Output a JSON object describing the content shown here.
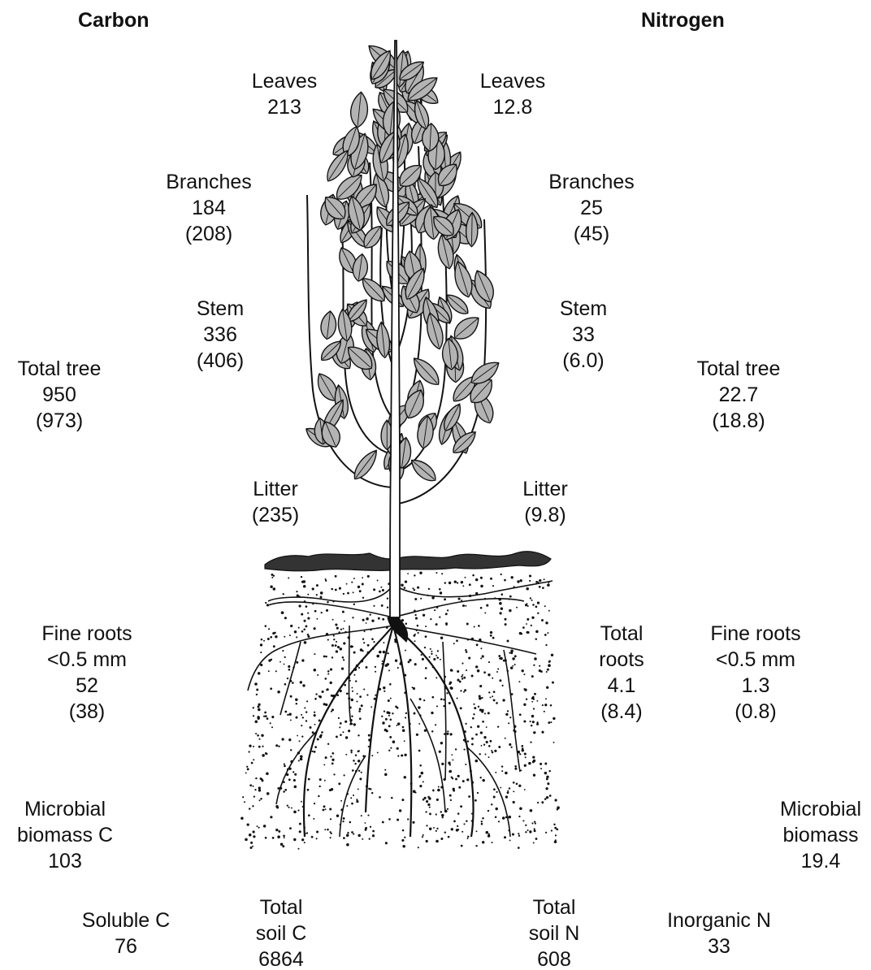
{
  "headers": {
    "carbon": "Carbon",
    "nitrogen": "Nitrogen"
  },
  "carbon": {
    "leaves": {
      "label": "Leaves",
      "value": "213"
    },
    "branches": {
      "label": "Branches",
      "value": "184",
      "alt": "(208)"
    },
    "stem": {
      "label": "Stem",
      "value": "336",
      "alt": "(406)"
    },
    "total_tree": {
      "label": "Total tree",
      "value": "950",
      "alt": "(973)"
    },
    "litter": {
      "label": "Litter",
      "alt": "(235)"
    },
    "fine_roots": {
      "label1": "Fine roots",
      "label2": "<0.5 mm",
      "value": "52",
      "alt": "(38)"
    },
    "microbial": {
      "label1": "Microbial",
      "label2": "biomass C",
      "value": "103"
    },
    "soluble": {
      "label": "Soluble C",
      "value": "76"
    },
    "total_soil": {
      "label1": "Total",
      "label2": "soil C",
      "value": "6864"
    }
  },
  "nitrogen": {
    "leaves": {
      "label": "Leaves",
      "value": "12.8"
    },
    "branches": {
      "label": "Branches",
      "value": "25",
      "alt": "(45)"
    },
    "stem": {
      "label": "Stem",
      "value": "33",
      "alt": "(6.0)"
    },
    "total_tree": {
      "label": "Total tree",
      "value": "22.7",
      "alt": "(18.8)"
    },
    "litter": {
      "label": "Litter",
      "alt": "(9.8)"
    },
    "total_roots": {
      "label1": "Total",
      "label2": "roots",
      "value": "4.1",
      "alt": "(8.4)"
    },
    "fine_roots": {
      "label1": "Fine roots",
      "label2": "<0.5 mm",
      "value": "1.3",
      "alt": "(0.8)"
    },
    "microbial": {
      "label1": "Microbial",
      "label2": "biomass",
      "value": "19.4"
    },
    "inorganic": {
      "label": "Inorganic N",
      "value": "33"
    },
    "total_soil": {
      "label1": "Total",
      "label2": "soil N",
      "value": "608"
    }
  },
  "illustration": {
    "name": "tree-with-roots",
    "colors": {
      "leaf": "#b3b3b3",
      "line": "#111111",
      "litter": "#333333"
    }
  }
}
